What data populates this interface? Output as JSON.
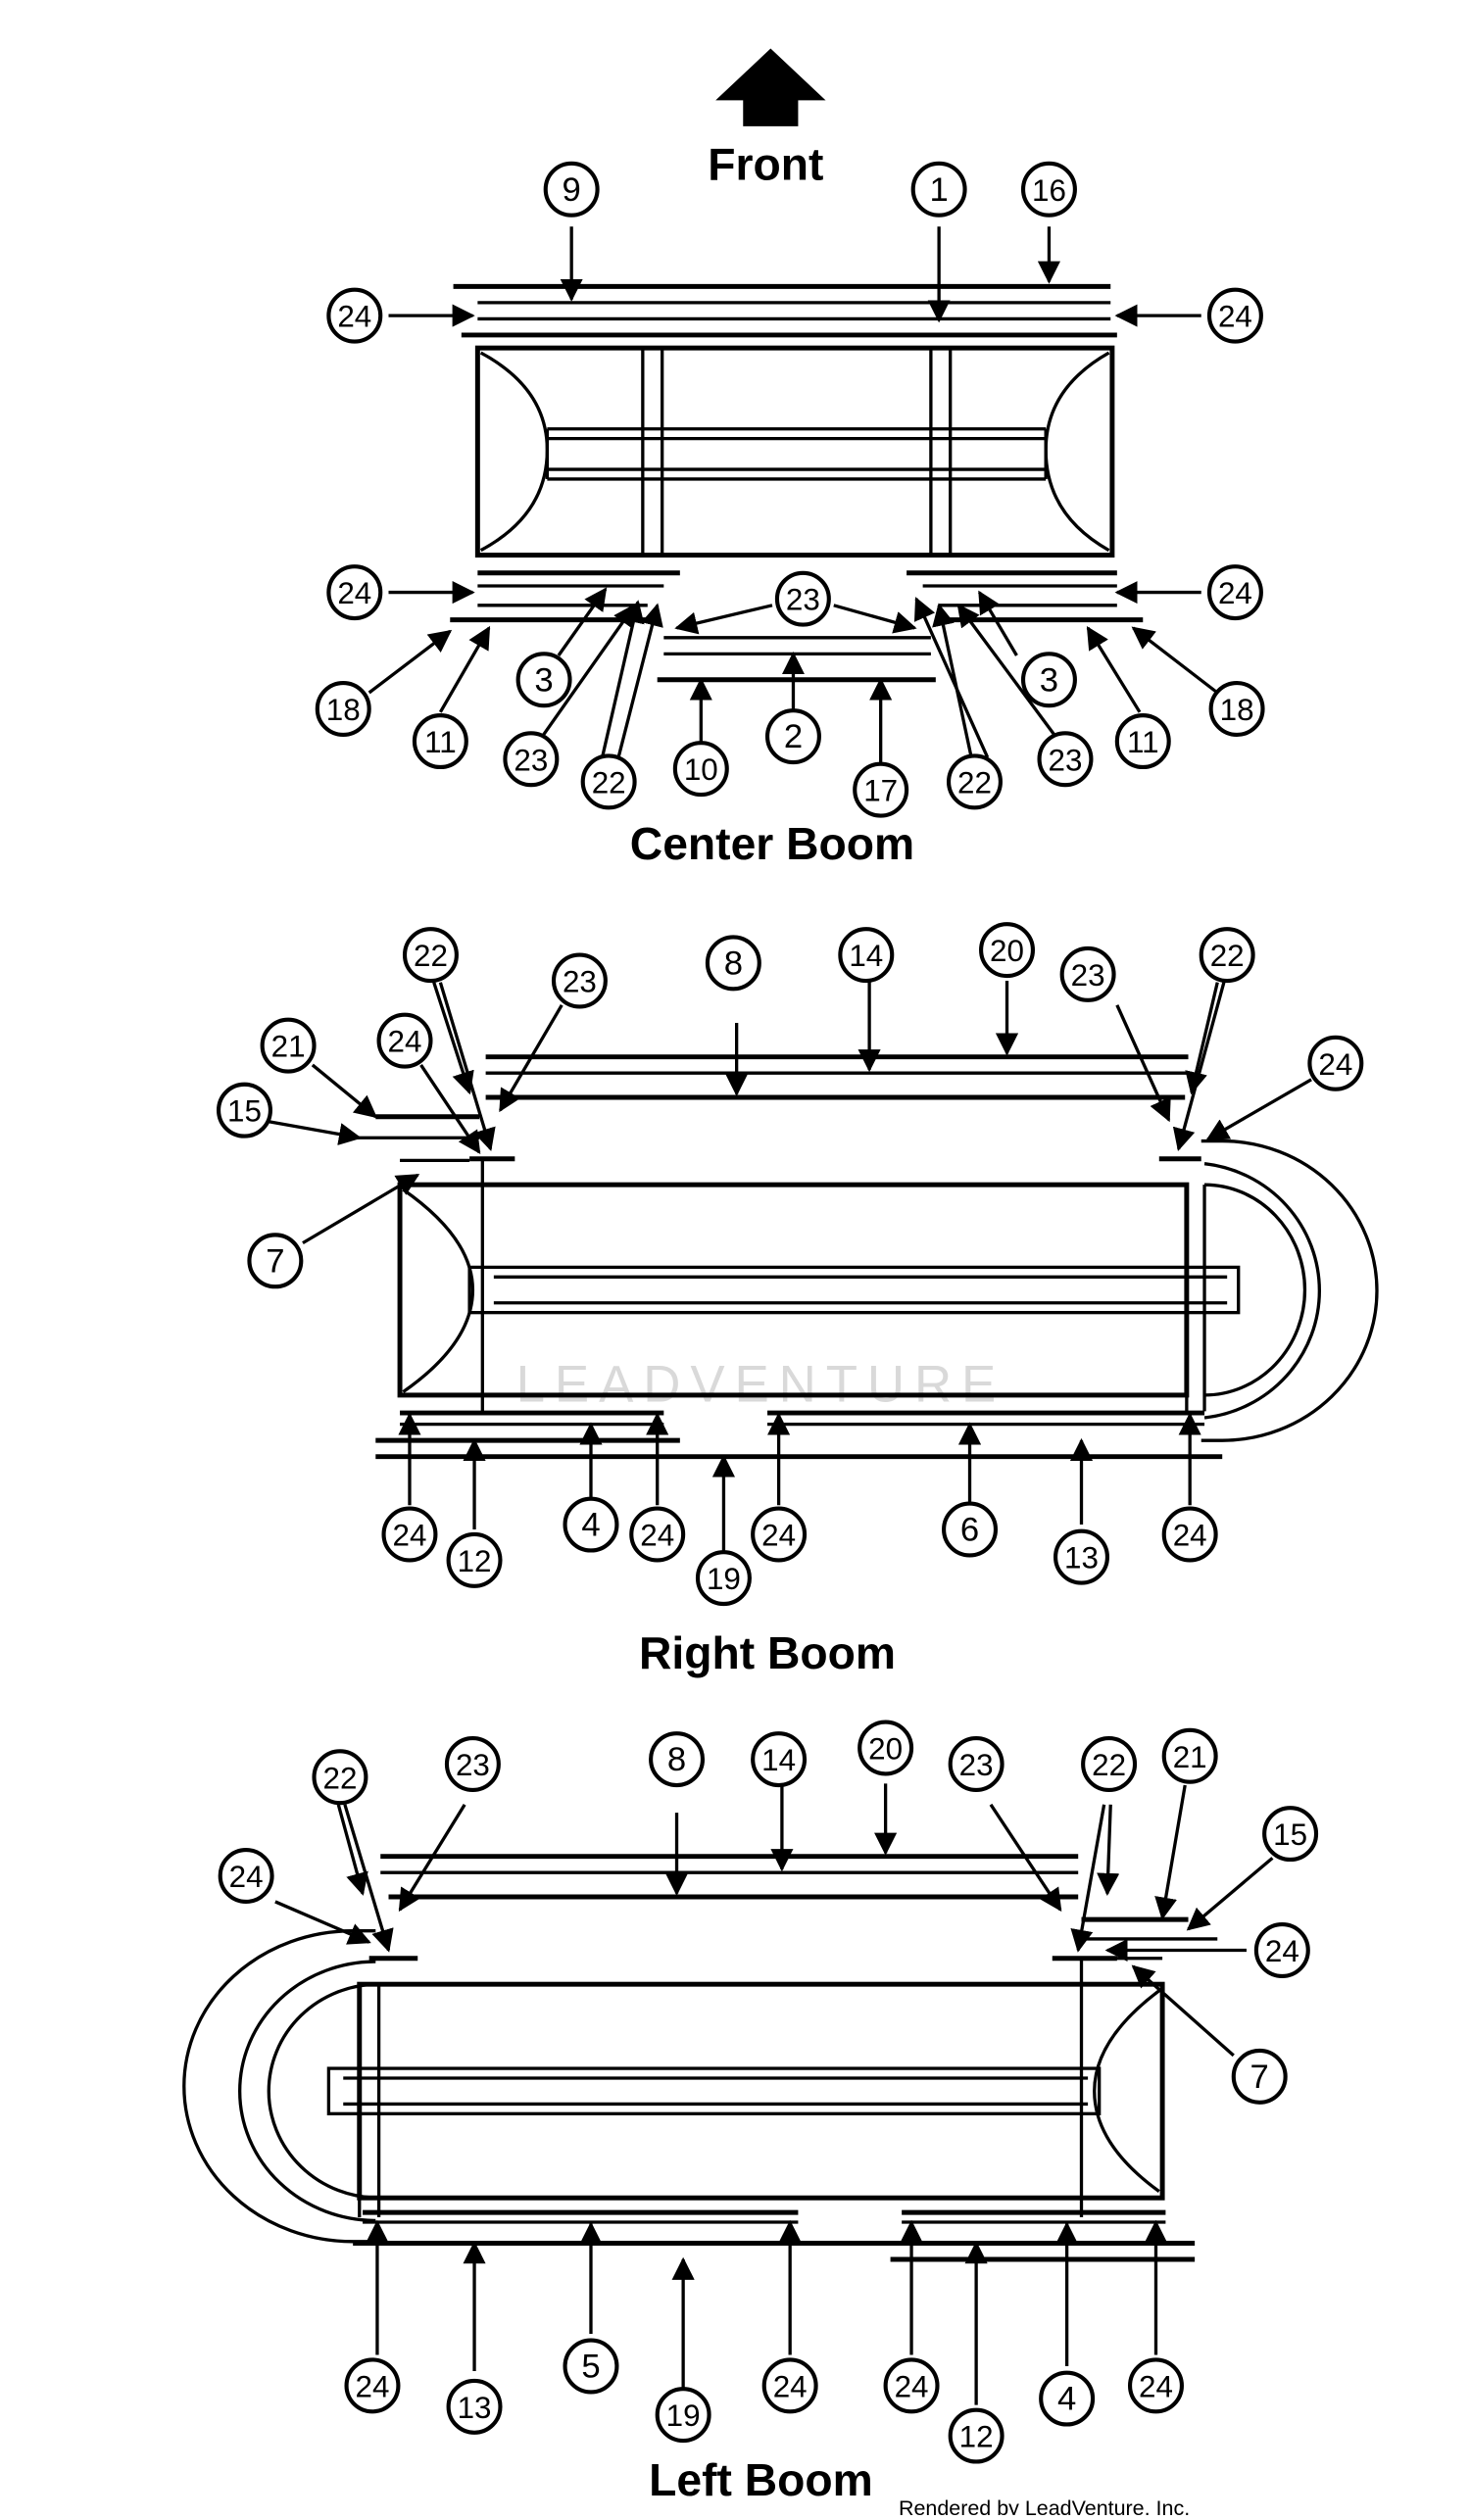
{
  "orientation_label": "Front",
  "sections": {
    "center": "Center Boom",
    "right": "Right Boom",
    "left": "Left Boom"
  },
  "credit": "Rendered by LeadVenture, Inc.",
  "watermark": "LEADVENTURE",
  "callouts": {
    "center": [
      "9",
      "1",
      "16",
      "24",
      "24",
      "24",
      "24",
      "23",
      "3",
      "3",
      "18",
      "11",
      "23",
      "22",
      "10",
      "2",
      "17",
      "22",
      "23",
      "11",
      "18"
    ],
    "right": [
      "22",
      "23",
      "8",
      "14",
      "20",
      "23",
      "22",
      "21",
      "24",
      "24",
      "15",
      "7",
      "24",
      "12",
      "4",
      "24",
      "19",
      "24",
      "6",
      "13",
      "24"
    ],
    "left": [
      "22",
      "23",
      "8",
      "14",
      "20",
      "23",
      "22",
      "21",
      "24",
      "15",
      "24",
      "7",
      "24",
      "13",
      "5",
      "19",
      "24",
      "24",
      "12",
      "4",
      "24"
    ]
  },
  "colors": {
    "line": "#000000",
    "paper": "#ffffff"
  }
}
